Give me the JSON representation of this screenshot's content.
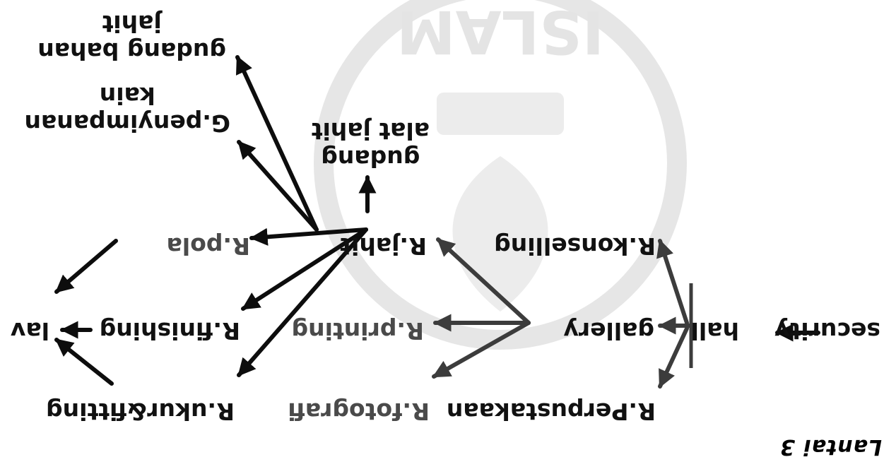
{
  "diagram": {
    "caption": "Lantai 3",
    "nodes": {
      "security": "security",
      "hall": "hall",
      "gallery": "gallery",
      "konselling": "R.konselling",
      "perpustakaan": "R.Perpustakaan",
      "fotografi": "R.fotografi",
      "printing": "R.printing",
      "jahit": "R.jahit",
      "pola": "R.pola",
      "finishing": "R.finishing",
      "ukur": "R.ukur&fitting",
      "lav": "lav",
      "gudang_alat": [
        "gudang",
        "alat jahit"
      ],
      "penyimpanan": [
        "G.penyimpanan",
        "kain"
      ],
      "gudang_bahan": [
        "gudang bahan",
        "jahit"
      ]
    },
    "edges": [
      {
        "from": "security",
        "to": "hall"
      },
      {
        "from": "hall",
        "to": "gallery"
      },
      {
        "from": "hall",
        "to": "konselling"
      },
      {
        "from": "hall",
        "to": "perpustakaan"
      },
      {
        "from": "gallery",
        "to": "jahit"
      },
      {
        "from": "gallery",
        "to": "printing"
      },
      {
        "from": "gallery",
        "to": "fotografi"
      },
      {
        "from": "jahit",
        "to": "gudang_alat"
      },
      {
        "from": "jahit",
        "to": "penyimpanan"
      },
      {
        "from": "jahit",
        "to": "gudang_bahan"
      },
      {
        "from": "jahit",
        "to": "pola"
      },
      {
        "from": "jahit",
        "to": "finishing"
      },
      {
        "from": "jahit",
        "to": "ukur"
      },
      {
        "from": "pola",
        "to": "lav"
      },
      {
        "from": "finishing",
        "to": "lav"
      },
      {
        "from": "ukur",
        "to": "lav"
      }
    ],
    "watermark_text": "ISLAM",
    "colors": {
      "arrow": "#0d0d0d",
      "arrow_grey": "#3c3c3c",
      "text": "#111111",
      "watermark": "#e3e3e3"
    }
  }
}
